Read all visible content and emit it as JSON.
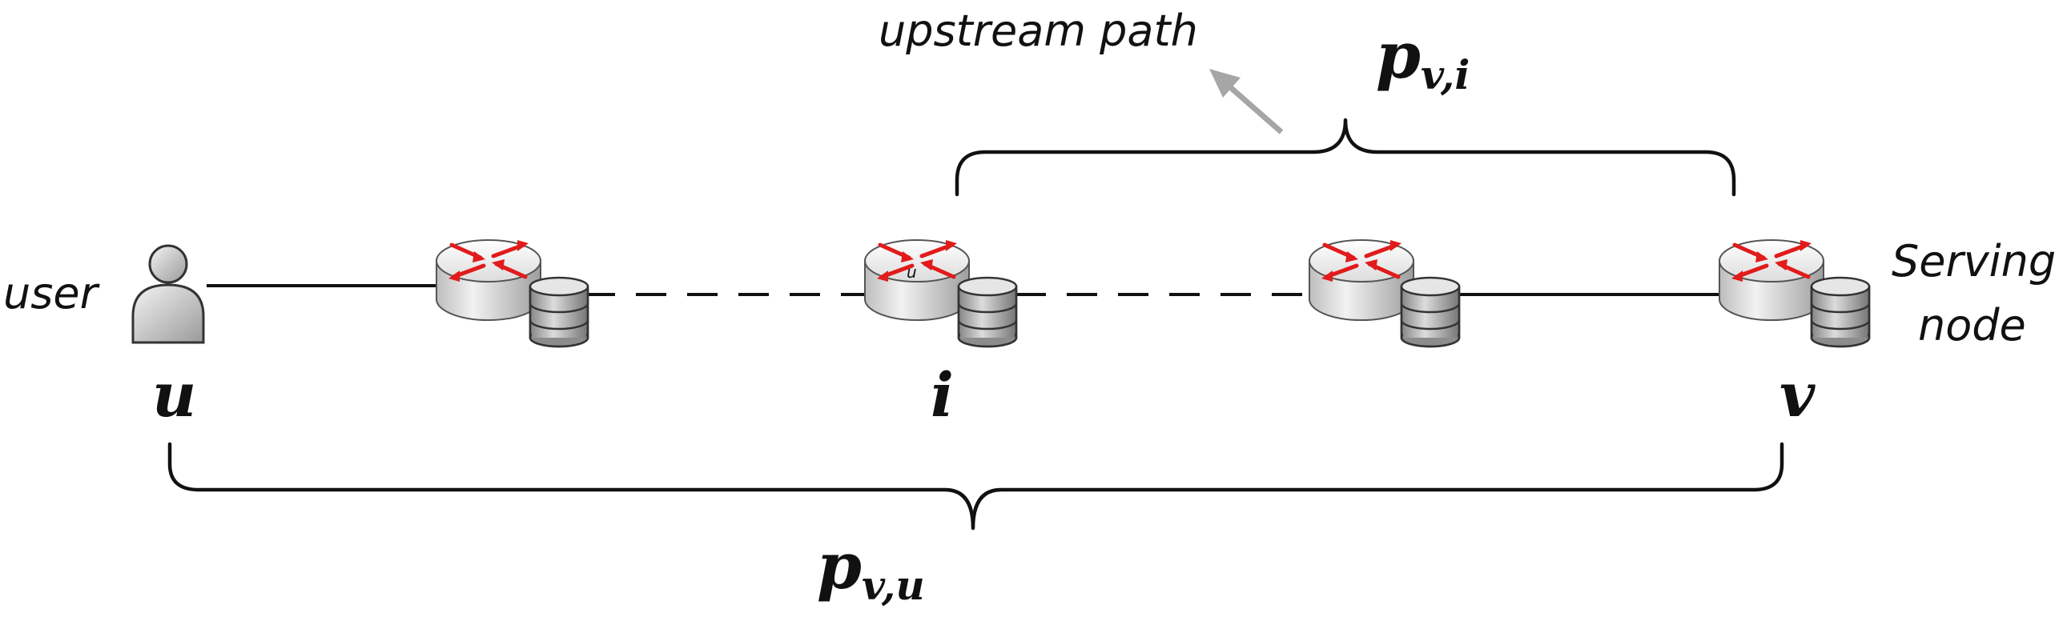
{
  "labels": {
    "user": "user",
    "serving_line1": "Serving",
    "serving_line2": "node",
    "upstream": "upstream path",
    "node_u": "u",
    "node_i": "i",
    "node_v": "v",
    "p_vi_base": "p",
    "p_vi_sub": "v,i",
    "p_vu_base": "p",
    "p_vu_sub": "v,u",
    "router_tag": "u"
  },
  "colors": {
    "router_arrow": "#e11b1b",
    "upstream_arrow": "#a6a6a6",
    "line": "#111111"
  },
  "icons": {
    "user": "user-icon",
    "router": "router-icon",
    "cache": "cache-database-icon"
  }
}
